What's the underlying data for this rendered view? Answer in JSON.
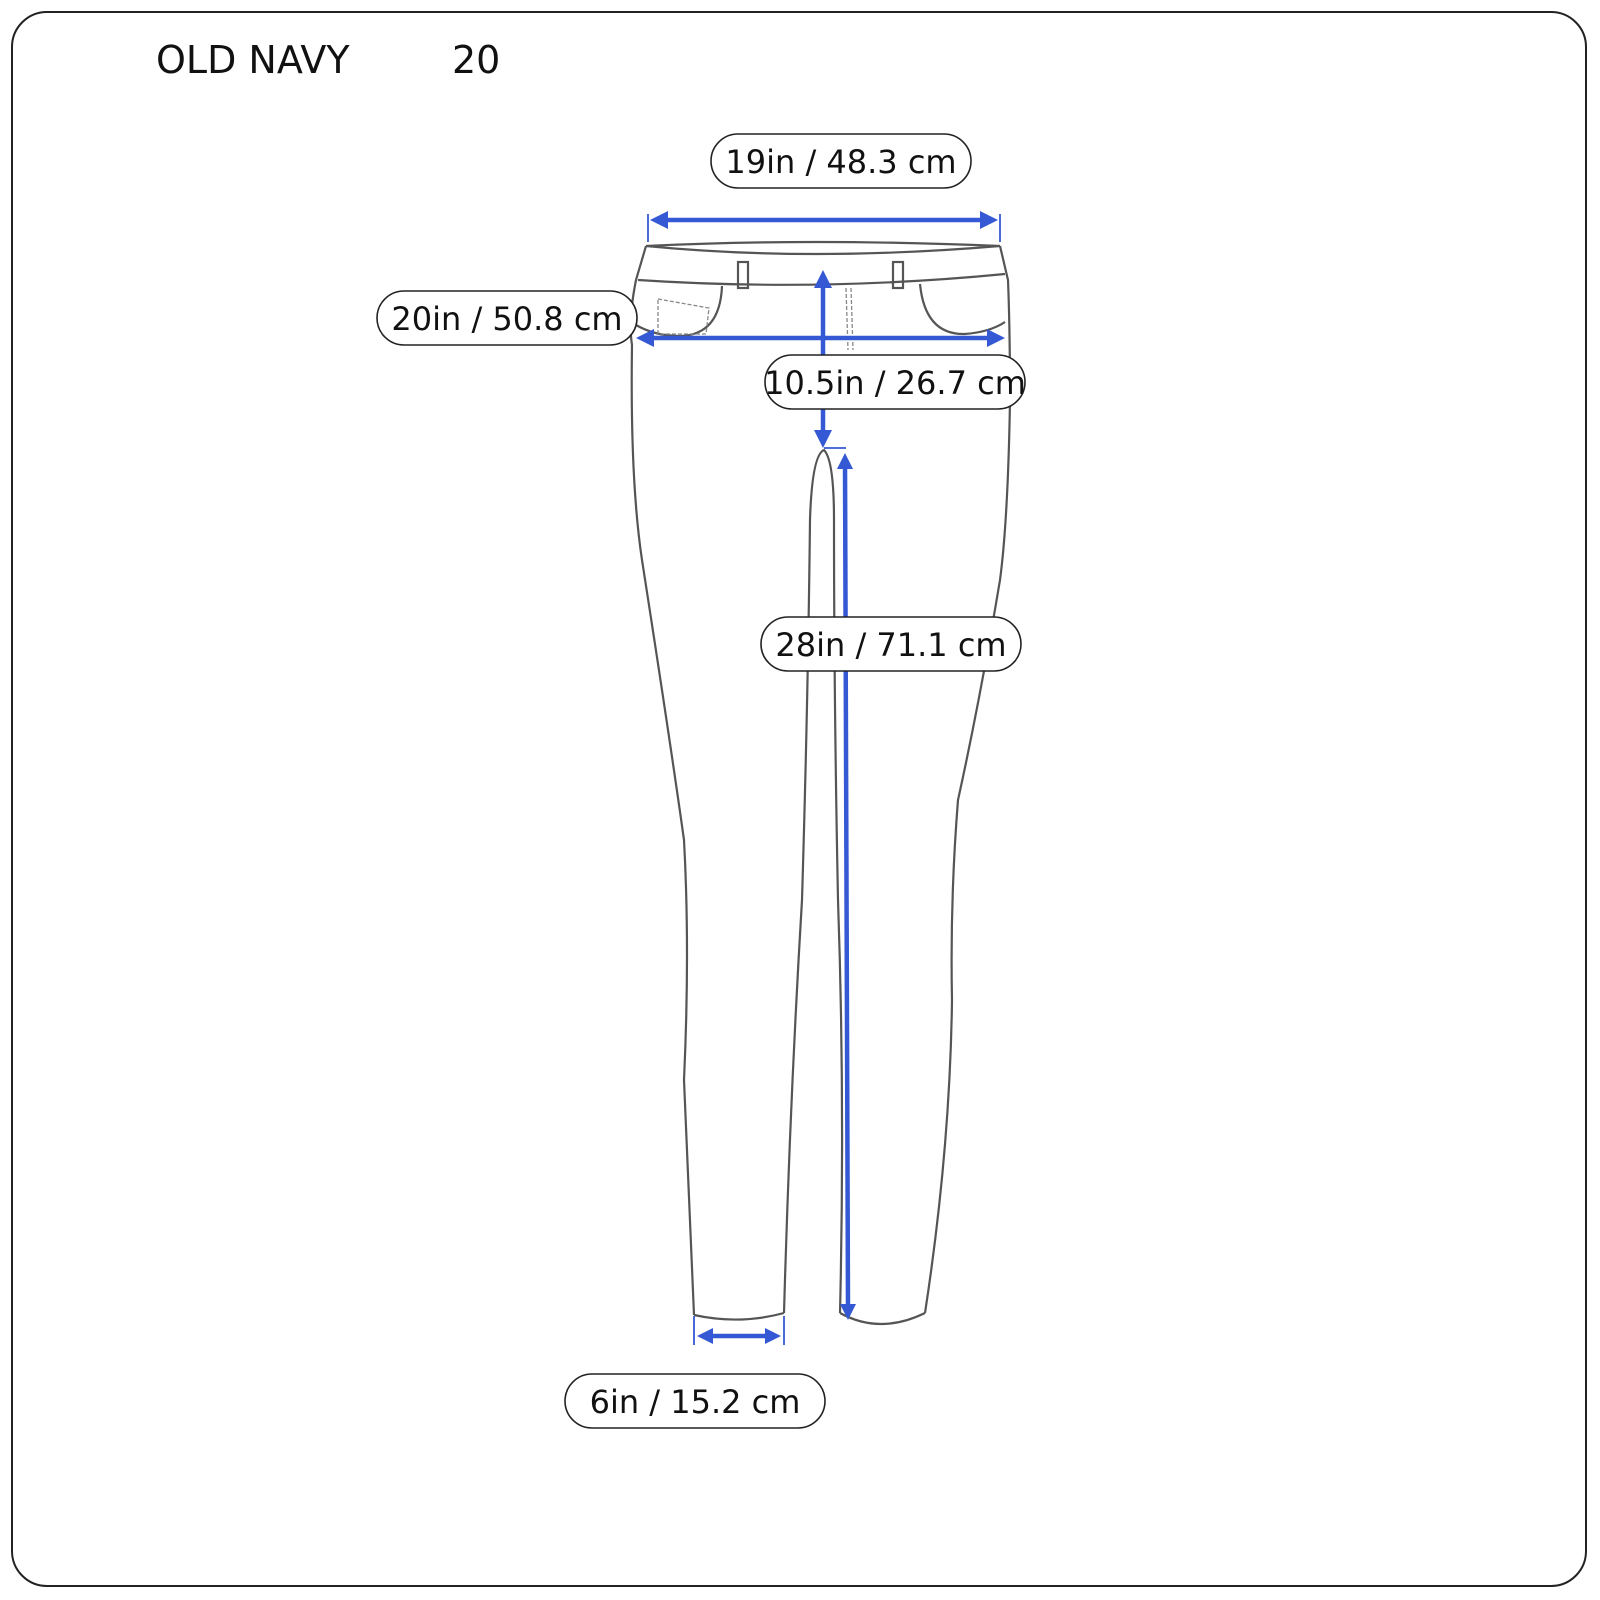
{
  "header": {
    "brand": "OLD NAVY",
    "size": "20"
  },
  "measurements": {
    "waist": "19in / 48.3 cm",
    "hip": "20in / 50.8 cm",
    "rise": "10.5in / 26.7 cm",
    "inseam": "28in / 71.1 cm",
    "leg_opening": "6in / 15.2 cm"
  },
  "colors": {
    "arrow": "#3559d4",
    "outline": "#555555"
  }
}
